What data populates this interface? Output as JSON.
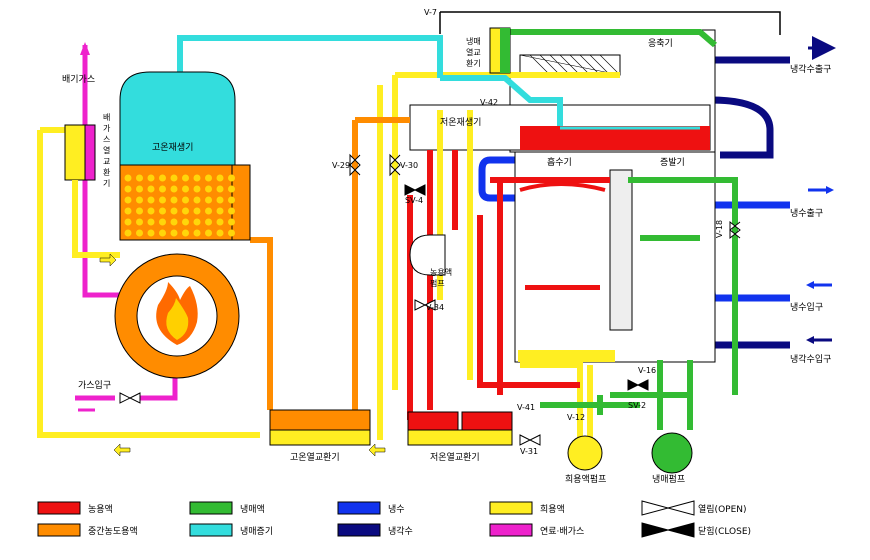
{
  "components": {
    "exhaust": "배기가스",
    "hx_exhaust_chars": [
      "배",
      "가",
      "스",
      "열",
      "교",
      "환",
      "기"
    ],
    "high_gen": "고온재생기",
    "gas_inlet": "가스입구",
    "low_gen": "저온재생기",
    "condenser": "응축기",
    "condenser_hx_lines": [
      "냉매",
      "열교",
      "환기"
    ],
    "absorber": "흡수기",
    "evaporator": "증발기",
    "conc_pump_lines": [
      "농용액",
      "펌프"
    ],
    "high_hx": "고온열교환기",
    "low_hx": "저온열교환기",
    "dilute_pump": "희용액펌프",
    "ref_pump": "냉매펌프",
    "cw_out_top": "냉각수출구",
    "chw_out": "냉수출구",
    "chw_in": "냉수입구",
    "cw_in": "냉각수입구"
  },
  "valves": {
    "v7": "V-7",
    "v42": "V-42",
    "v29": "V-29",
    "v30": "V-30",
    "sv4": "SV-4",
    "v34": "V-34",
    "v41": "V-41",
    "v12": "V-12",
    "v31": "V-31",
    "v16": "V-16",
    "sv2": "SV-2",
    "v18": "V-18"
  },
  "legend": [
    {
      "label": "농용액",
      "color": "#ee1111"
    },
    {
      "label": "냉매액",
      "color": "#33bb33"
    },
    {
      "label": "냉수",
      "color": "#1133ee"
    },
    {
      "label": "희용액",
      "color": "#ffee22"
    },
    {
      "label": "중간농도용액",
      "color": "#ff8c00"
    },
    {
      "label": "냉매증기",
      "color": "#33dddd"
    },
    {
      "label": "냉각수",
      "color": "#0a0a80"
    },
    {
      "label": "연료·배가스",
      "color": "#ee22cc"
    }
  ],
  "valve_legend": {
    "open": "열림(OPEN)",
    "close": "닫힘(CLOSE)"
  },
  "colors": {
    "concentrated": "#ee1111",
    "refrigerant_liquid": "#33bb33",
    "chilled_water": "#1133ee",
    "dilute": "#ffee22",
    "intermediate": "#ff8c00",
    "refrigerant_vapor": "#33dddd",
    "cooling_water": "#0a0a80",
    "fuel_gas": "#ee22cc"
  }
}
